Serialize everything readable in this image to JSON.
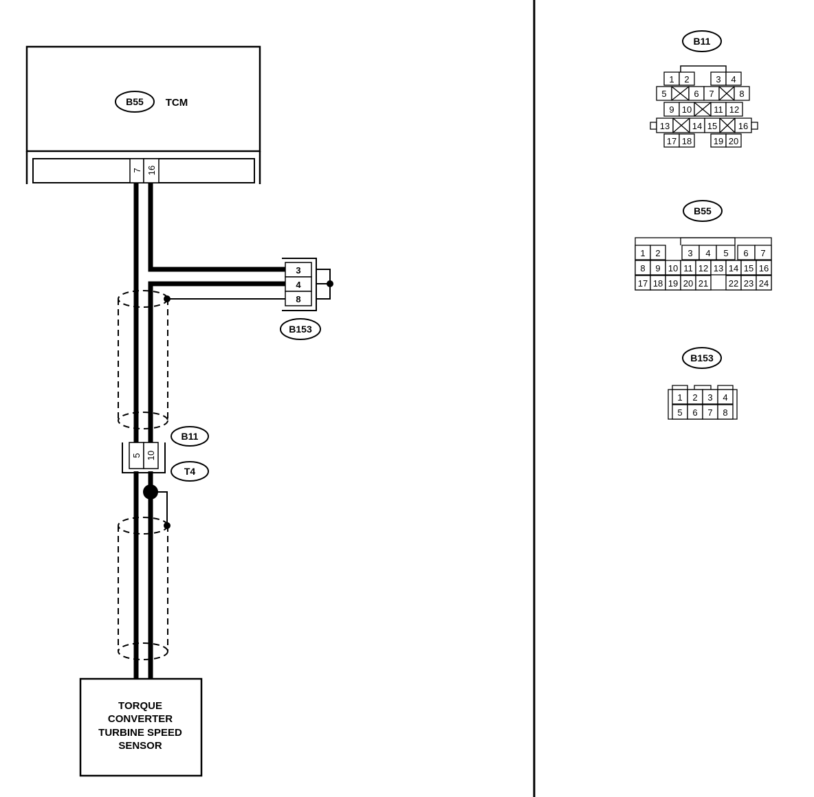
{
  "tcm": {
    "connector": "B55",
    "name": "TCM",
    "pins": [
      "7",
      "16"
    ]
  },
  "b153": {
    "connector": "B153",
    "pins": [
      "3",
      "4",
      "8"
    ]
  },
  "b11_junction": {
    "connector": "B11",
    "pins": [
      "5",
      "10"
    ]
  },
  "ground": {
    "label": "T4"
  },
  "sensor": {
    "lines": [
      "TORQUE",
      "CONVERTER",
      "TURBINE SPEED",
      "SENSOR"
    ]
  },
  "faces": {
    "b11": {
      "label": "B11",
      "rows": [
        [
          "1",
          "2",
          "3",
          "4"
        ],
        [
          "5",
          "6",
          "7",
          "8"
        ],
        [
          "9",
          "10",
          "11",
          "12"
        ],
        [
          "13",
          "14",
          "15",
          "16"
        ],
        [
          "17",
          "18",
          "19",
          "20"
        ]
      ]
    },
    "b55": {
      "label": "B55",
      "rows": [
        [
          "1",
          "2",
          "3",
          "4",
          "5",
          "6",
          "7"
        ],
        [
          "8",
          "9",
          "10",
          "11",
          "12",
          "13",
          "14",
          "15",
          "16"
        ],
        [
          "17",
          "18",
          "19",
          "20",
          "21",
          "22",
          "23",
          "24"
        ]
      ]
    },
    "b153": {
      "label": "B153",
      "rows": [
        [
          "1",
          "2",
          "3",
          "4"
        ],
        [
          "5",
          "6",
          "7",
          "8"
        ]
      ]
    }
  }
}
